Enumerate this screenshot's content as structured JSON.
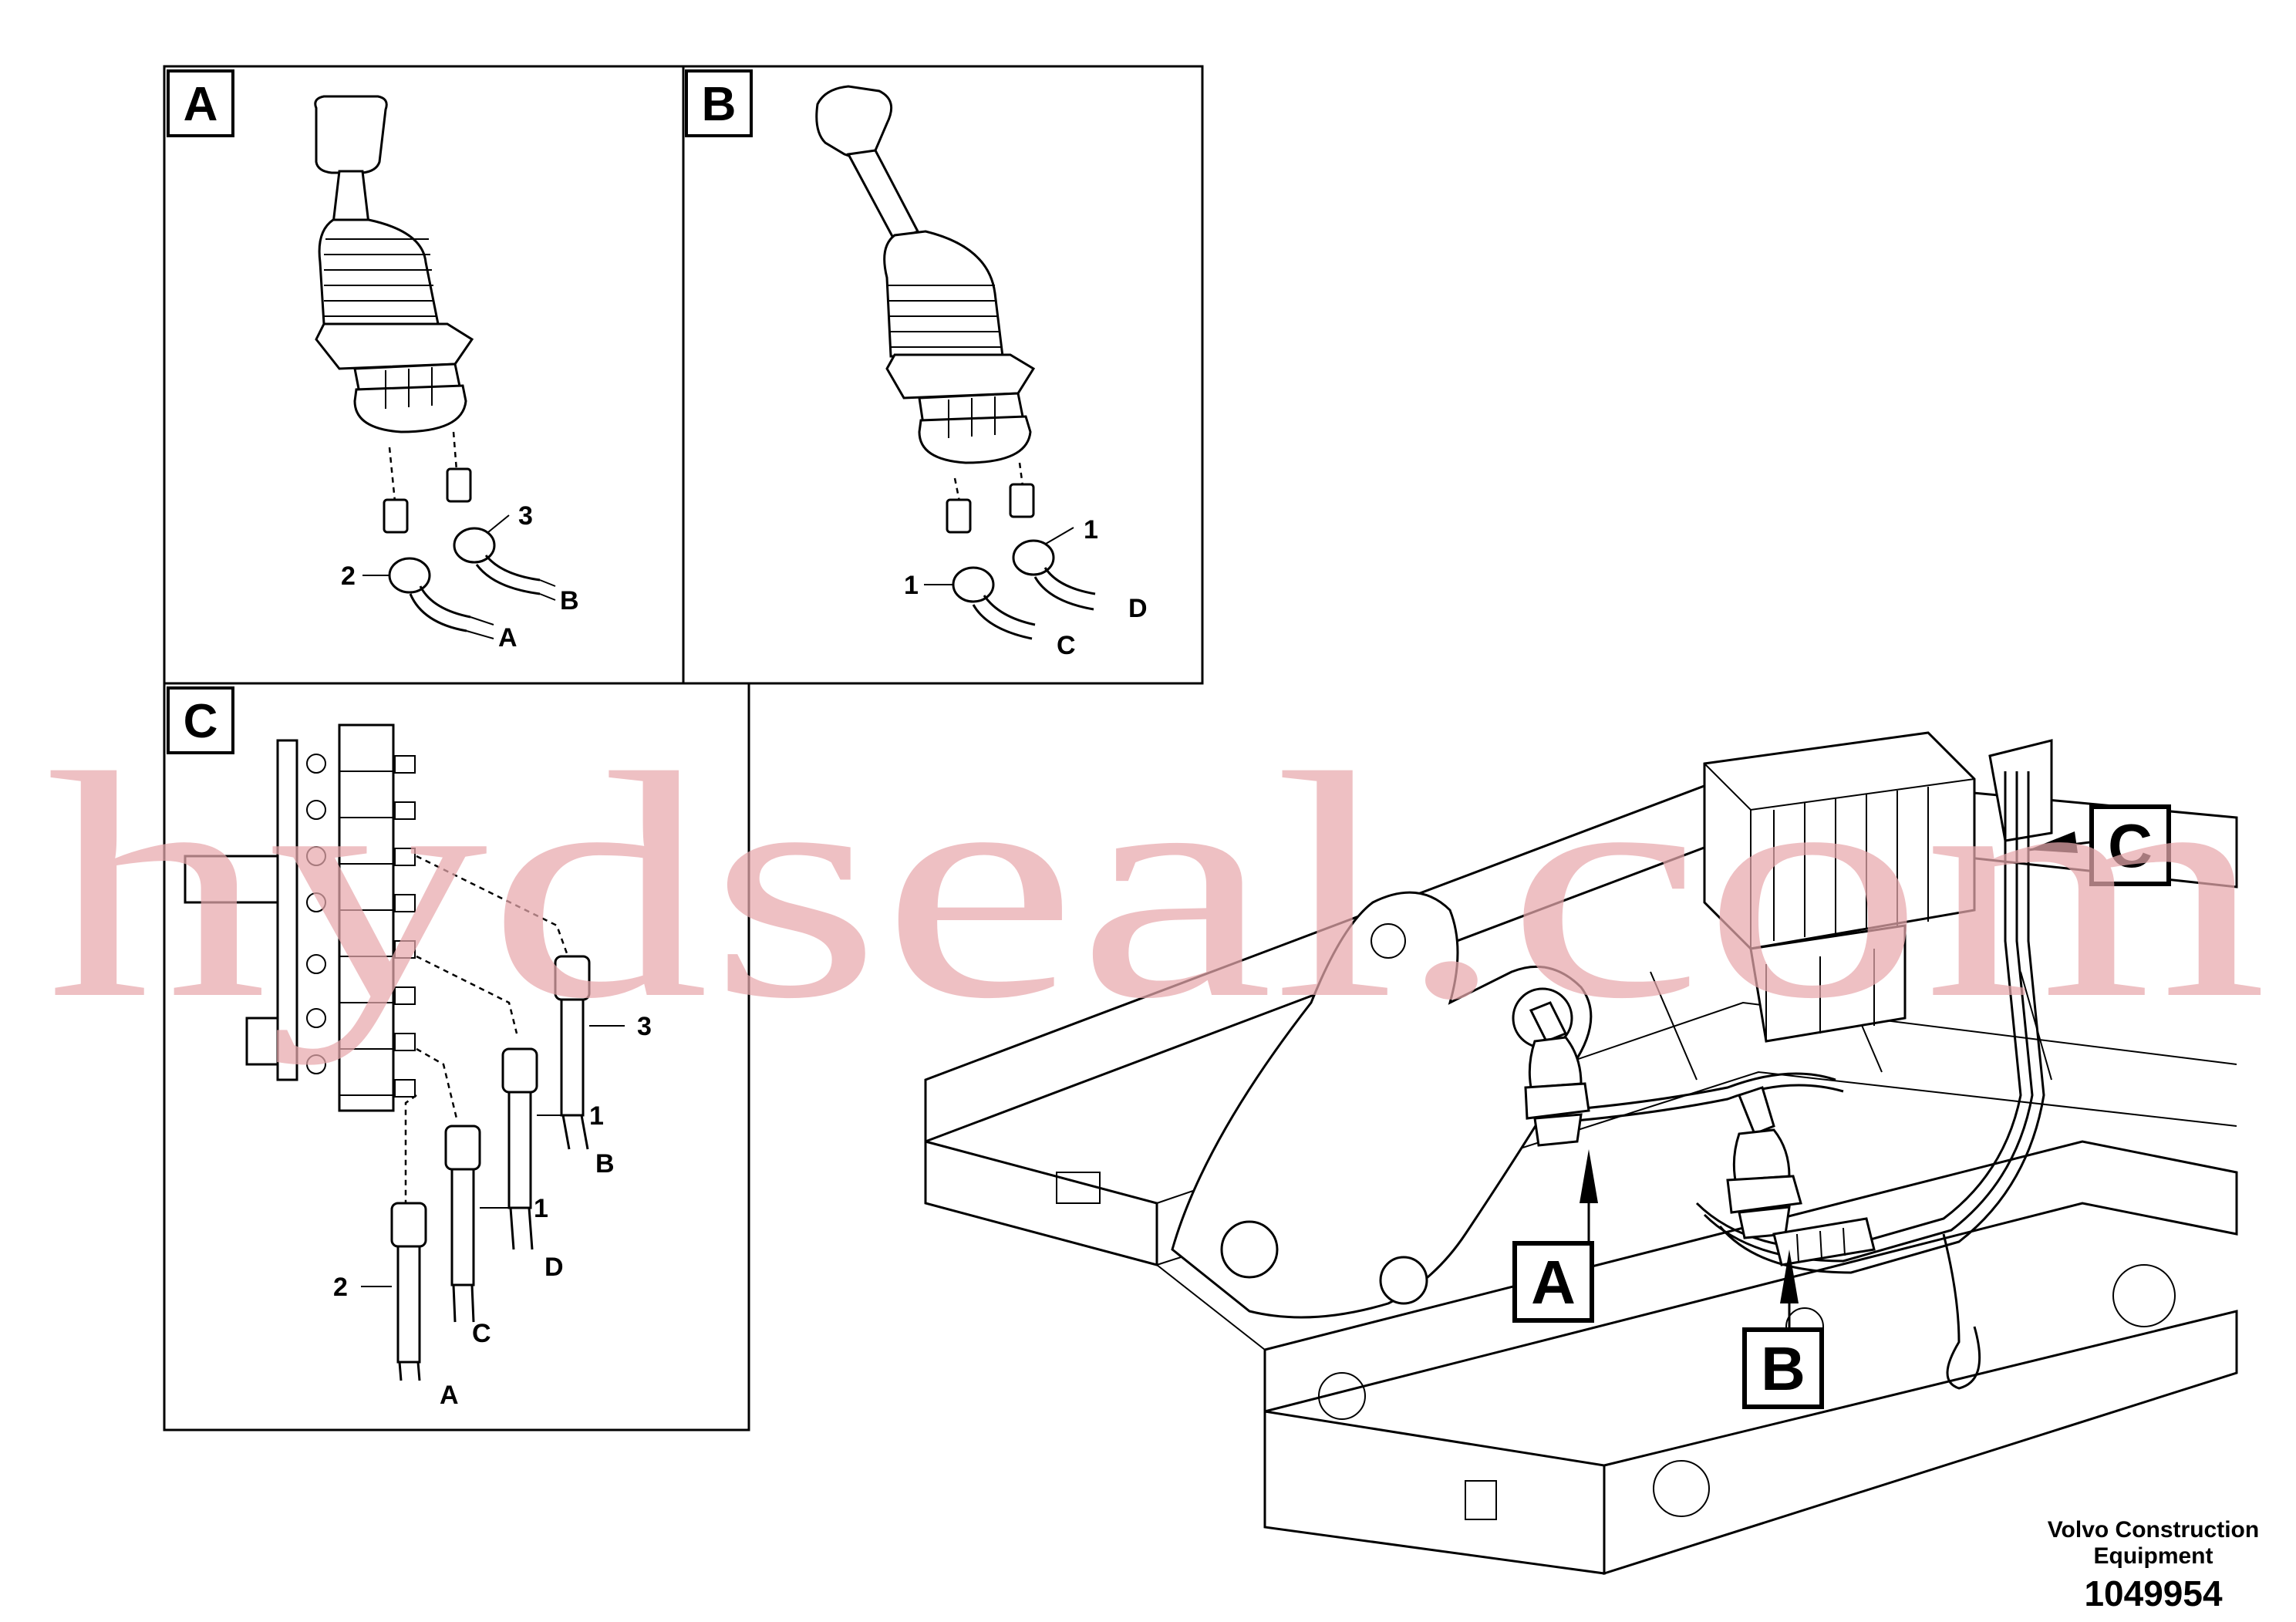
{
  "panels": {
    "a": {
      "letter": "A",
      "labels": {
        "n2": "2",
        "n3": "3",
        "la": "A",
        "lb": "B"
      }
    },
    "b": {
      "letter": "B",
      "labels": {
        "n1a": "1",
        "n1b": "1",
        "lc": "C",
        "ld": "D"
      }
    },
    "c": {
      "letter": "C",
      "labels": {
        "n3": "3",
        "lb": "B",
        "n1a": "1",
        "ld": "D",
        "n2": "2",
        "n1b": "1",
        "la": "A",
        "lc": "C"
      }
    }
  },
  "overview": {
    "callout_a": "A",
    "callout_b": "B",
    "callout_c": "C"
  },
  "watermark": "hydseal.com",
  "footer": {
    "line1": "Volvo Construction",
    "line2": "Equipment",
    "part_number": "1049954"
  }
}
